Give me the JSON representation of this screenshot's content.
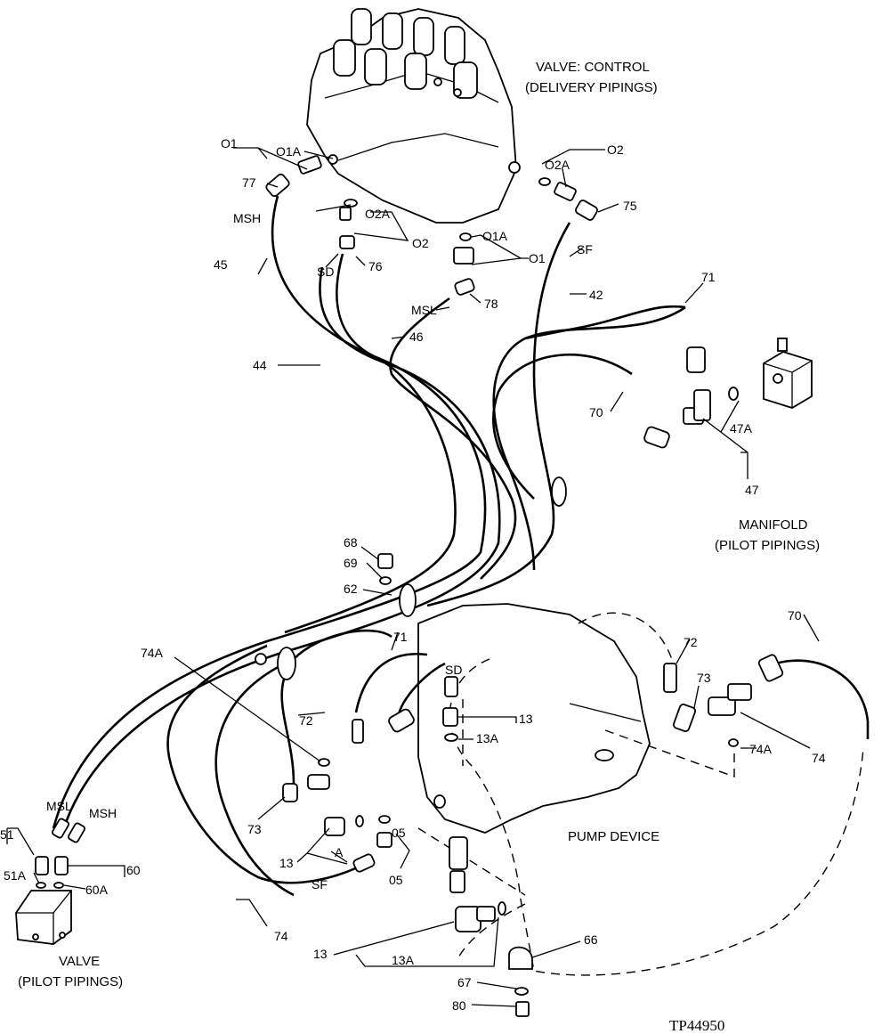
{
  "sections": {
    "valve_control_1": "VALVE: CONTROL",
    "valve_control_2": "(DELIVERY PIPINGS)",
    "manifold_1": "MANIFOLD",
    "manifold_2": "(PILOT PIPINGS)",
    "pump": "PUMP DEVICE",
    "valve_pilot_1": "VALVE",
    "valve_pilot_2": "(PILOT PIPINGS)"
  },
  "drawing_id": "TP44950",
  "callouts": [
    "O1",
    "O1A",
    "77",
    "MSH",
    "45",
    "O2A",
    "O2",
    "SD",
    "76",
    "O2",
    "O2A",
    "75",
    "O1A",
    "O1",
    "SF",
    "42",
    "MSL",
    "78",
    "46",
    "44",
    "71",
    "70",
    "47A",
    "47",
    "68",
    "69",
    "62",
    "74A",
    "71",
    "SD",
    "72",
    "13",
    "13A",
    "72",
    "73",
    "70",
    "74A",
    "74",
    "73",
    "MSL",
    "MSH",
    "51",
    "51A",
    "60",
    "60A",
    "13",
    "A",
    "05",
    "05",
    "SF",
    "74",
    "13",
    "13A",
    "66",
    "67",
    "80"
  ]
}
